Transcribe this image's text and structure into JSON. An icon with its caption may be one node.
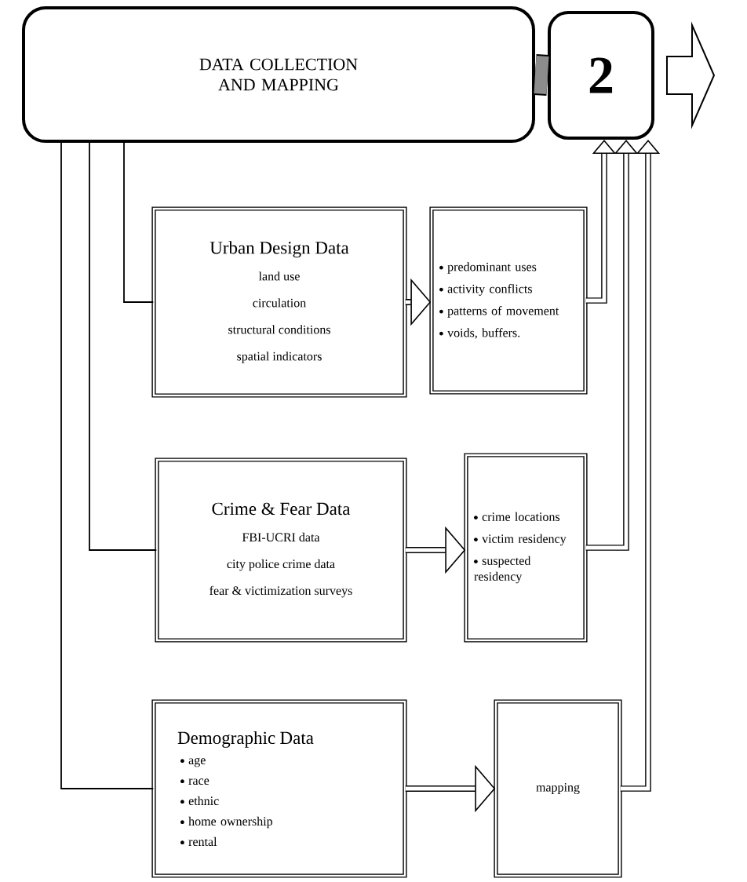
{
  "diagram": {
    "nodes": [
      {
        "text": [
          "DATA COLLECTION AND MAPPING"
        ]
      },
      {
        "text": [
          "2"
        ]
      },
      {
        "text": [
          "Urban Design Data",
          "land use",
          "circulation",
          "structural conditions",
          "spatial indicators"
        ]
      },
      {
        "text": [
          "predominant uses",
          "activity conflicts",
          "patterns of movement",
          "voids, buffers."
        ]
      },
      {
        "text": [
          "Crime & Fear Data",
          "FBI-UCRI data",
          "city police crime data",
          "fear & victimization surveys"
        ]
      },
      {
        "text": [
          "crime locations",
          "victim residency",
          "suspected residency"
        ]
      },
      {
        "text": [
          "Demographic Data",
          "age",
          "race",
          "ethnic",
          "home ownership",
          "rental"
        ]
      },
      {
        "text": [
          "mapping"
        ]
      }
    ],
    "edges": [
      {
        "from": 0,
        "to": 1,
        "arrow": "none",
        "style": "thick"
      },
      {
        "from": 1,
        "to": null,
        "arrow": "to"
      },
      {
        "from": 0,
        "to": 2,
        "arrow": "none"
      },
      {
        "from": 0,
        "to": 4,
        "arrow": "none"
      },
      {
        "from": 0,
        "to": 6,
        "arrow": "none"
      },
      {
        "from": 2,
        "to": 3,
        "arrow": "to"
      },
      {
        "from": 4,
        "to": 5,
        "arrow": "to"
      },
      {
        "from": 6,
        "to": 7,
        "arrow": "to"
      },
      {
        "from": 3,
        "to": 1,
        "arrow": "to"
      },
      {
        "from": 5,
        "to": 1,
        "arrow": "to"
      },
      {
        "from": 7,
        "to": 1,
        "arrow": "to"
      }
    ]
  }
}
